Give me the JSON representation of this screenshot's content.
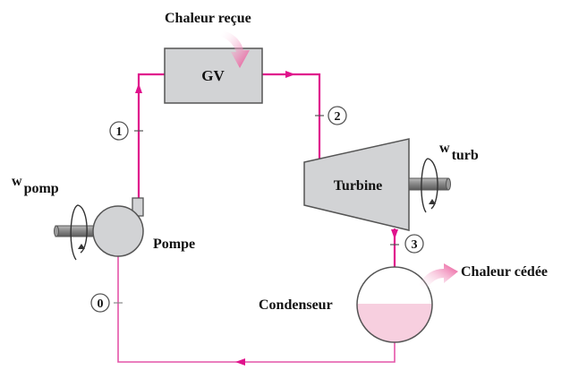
{
  "diagram": {
    "title": "Cycle de Rankine simple",
    "colors": {
      "pipe": "#e0128c",
      "component_fill": "#d2d3d5",
      "component_stroke": "#555555",
      "condensate_fill": "#f7cfdf",
      "heat_arrow": "#e8468f"
    },
    "components": {
      "boiler": {
        "label": "GV"
      },
      "turbine": {
        "label": "Turbine"
      },
      "pump": {
        "label": "Pompe"
      },
      "condenser": {
        "label": "Condenseur"
      }
    },
    "heat": {
      "in_label": "Chaleur reçue",
      "out_label": "Chaleur cédée"
    },
    "work": {
      "pump": {
        "symbol": "w",
        "subscript": "pomp"
      },
      "turbine": {
        "symbol": "w",
        "subscript": "turb"
      }
    },
    "states": [
      {
        "id": "0"
      },
      {
        "id": "1"
      },
      {
        "id": "2"
      },
      {
        "id": "3"
      }
    ]
  }
}
